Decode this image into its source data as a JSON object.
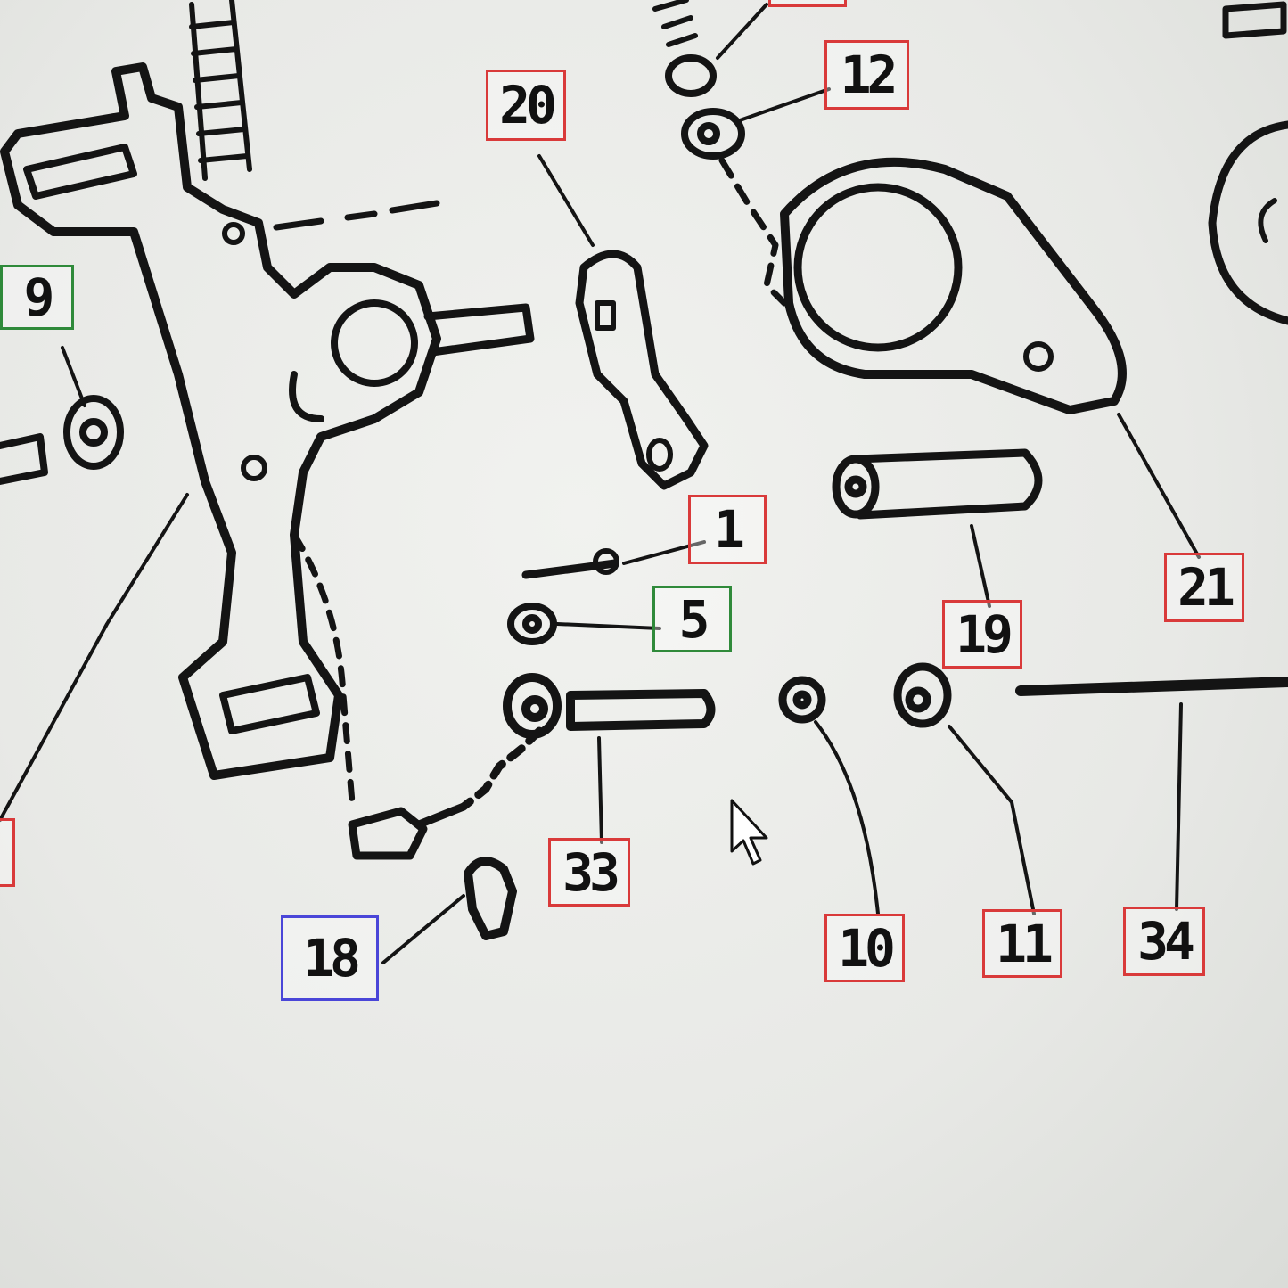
{
  "callouts": [
    {
      "id": "c20",
      "text": "20",
      "color": "#d93a3a"
    },
    {
      "id": "c12",
      "text": "12",
      "color": "#d93a3a"
    },
    {
      "id": "c9",
      "text": "9",
      "color": "#2f8a3a"
    },
    {
      "id": "c1",
      "text": "1",
      "color": "#d93a3a"
    },
    {
      "id": "c5",
      "text": "5",
      "color": "#2f8a3a"
    },
    {
      "id": "c19",
      "text": "19",
      "color": "#d93a3a"
    },
    {
      "id": "c21",
      "text": "21",
      "color": "#d93a3a"
    },
    {
      "id": "c33",
      "text": "33",
      "color": "#d93a3a"
    },
    {
      "id": "c18",
      "text": "18",
      "color": "#4a46d8"
    },
    {
      "id": "c10",
      "text": "10",
      "color": "#d93a3a"
    },
    {
      "id": "c11",
      "text": "11",
      "color": "#d93a3a"
    },
    {
      "id": "c34",
      "text": "34",
      "color": "#d93a3a"
    }
  ],
  "cursor": {
    "icon": "arrow-pointer-icon"
  }
}
